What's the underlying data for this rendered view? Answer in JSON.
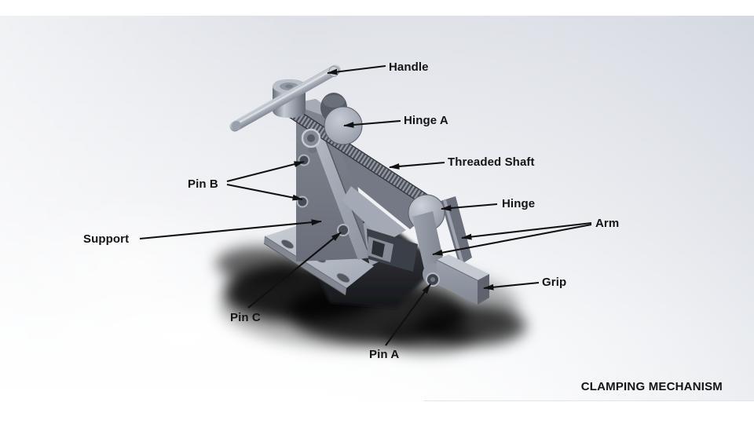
{
  "title": "CLAMPING MECHANISM",
  "labels": {
    "handle": "Handle",
    "hinge_a": "Hinge A",
    "threaded_shaft": "Threaded Shaft",
    "hinge": "Hinge",
    "arm": "Arm",
    "grip": "Grip",
    "pin_b": "Pin B",
    "support": "Support",
    "pin_c": "Pin C",
    "pin_a": "Pin A"
  },
  "colors": {
    "background_top": "#dee1e7",
    "background_bottom": "#ffffff",
    "metal_light": "#c6cbd3",
    "metal_mid": "#9aa0ac",
    "metal_dark": "#565a64",
    "thread_dark": "#393d45",
    "label_text": "#141414",
    "leader_line": "#111111"
  }
}
